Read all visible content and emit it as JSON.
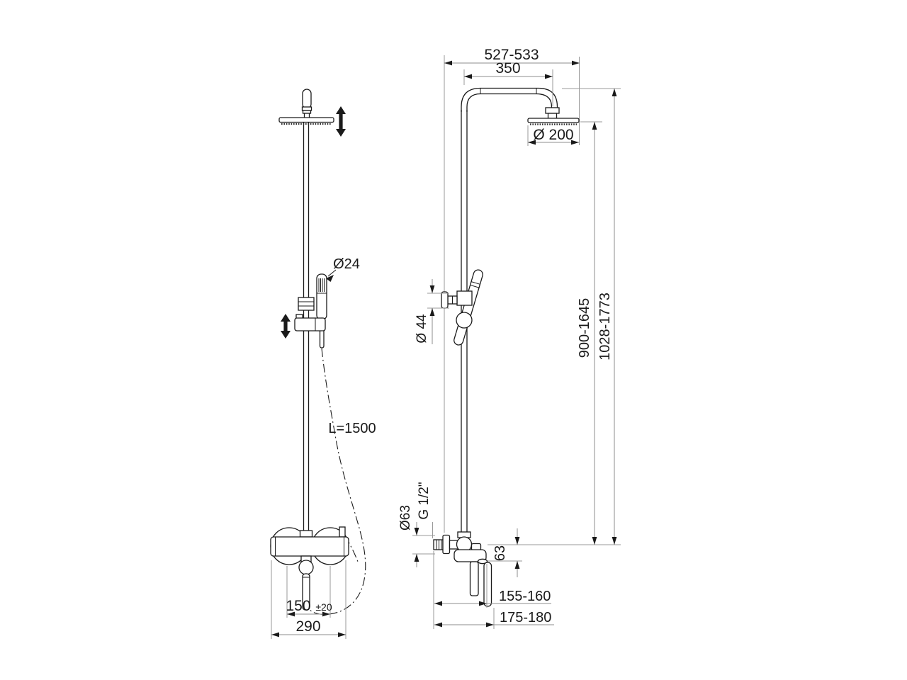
{
  "drawing": {
    "front_view": {
      "handshower_diameter": "Ø24",
      "hose_length": "L=1500",
      "inlet_spacing": "150",
      "inlet_tolerance": "±20",
      "body_width": "290"
    },
    "side_view": {
      "total_depth": "527-533",
      "arm_reach": "350",
      "head_diameter": "Ø 200",
      "knob_diameter": "Ø 44",
      "height_to_head": "900-1645",
      "total_height": "1028-1773",
      "escutcheon_diameter": "Ø63",
      "connection_thread": "G 1/2\"",
      "spout_drop": "63",
      "spout_reach": "155-160",
      "handle_reach": "175-180"
    },
    "colors": {
      "line": "#1a1a1a",
      "dimension": "#8c8c8c",
      "background": "#ffffff"
    }
  }
}
